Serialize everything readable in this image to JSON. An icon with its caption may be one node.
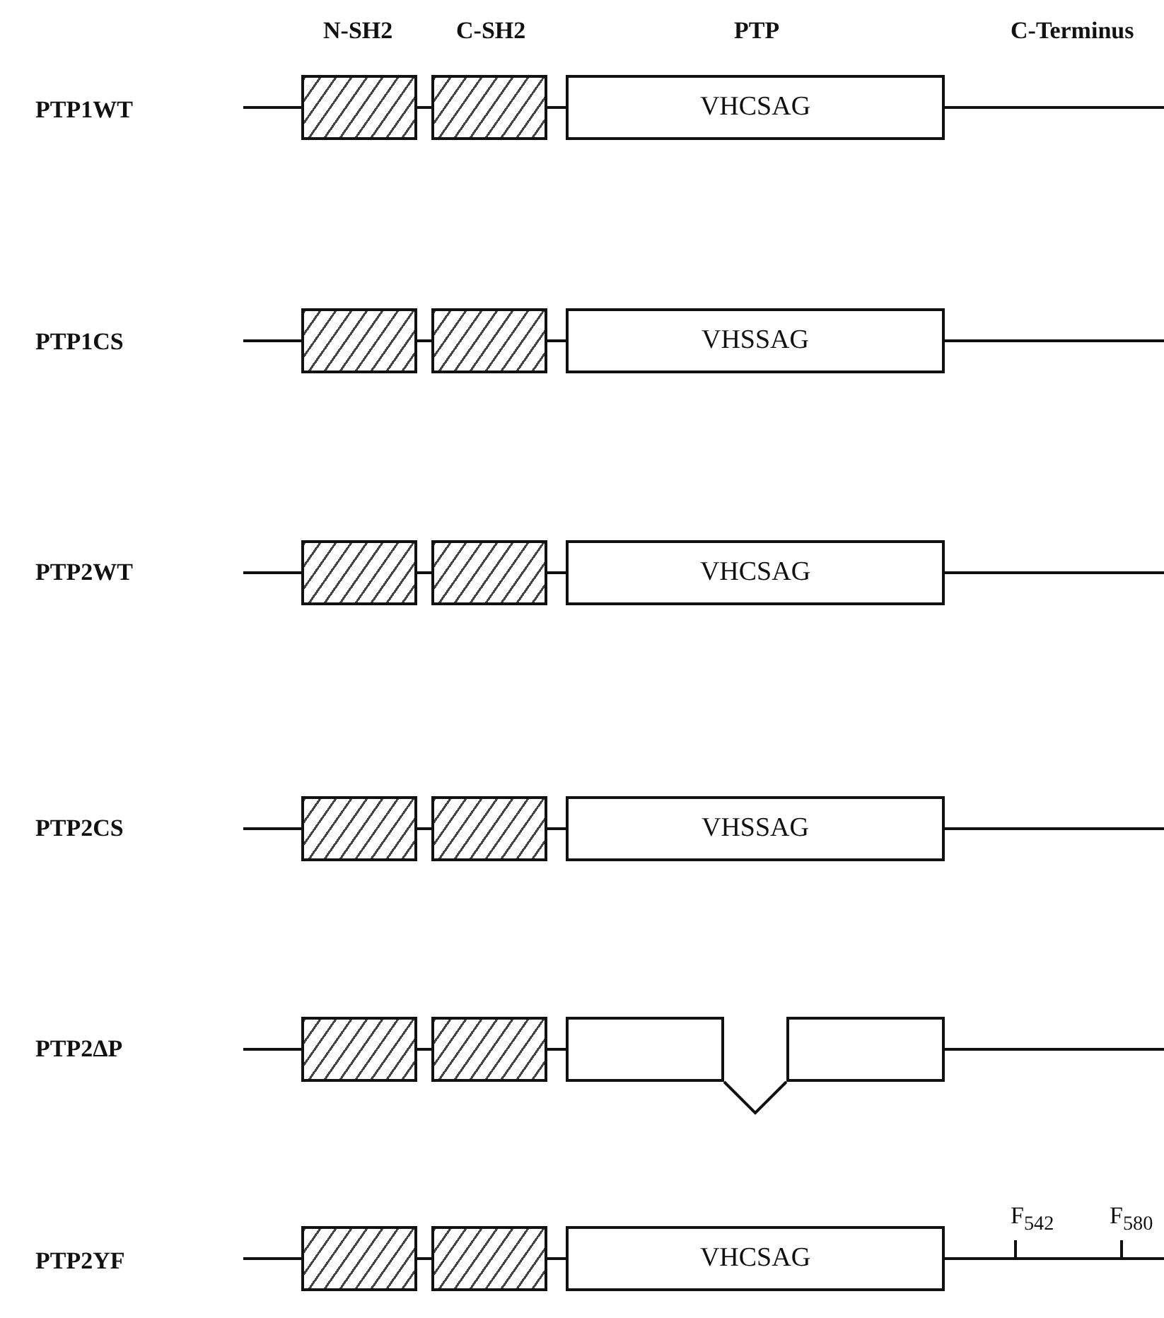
{
  "diagram": {
    "nodes": [
      {
        "text": [],
        "shape": "box"
      },
      {
        "text": [],
        "shape": "box"
      },
      {
        "text": [
          "VHCSAG"
        ]
      },
      {
        "text": [],
        "shape": "box"
      },
      {
        "text": [],
        "shape": "box"
      },
      {
        "text": [
          "VHSSAG"
        ]
      },
      {
        "text": [],
        "shape": "box"
      },
      {
        "text": [],
        "shape": "box"
      },
      {
        "text": [
          "VHCSAG"
        ]
      },
      {
        "text": [],
        "shape": "box"
      },
      {
        "text": [],
        "shape": "box"
      },
      {
        "text": [
          "VHSSAG"
        ]
      },
      {
        "text": [],
        "shape": "box"
      },
      {
        "text": [],
        "shape": "box"
      },
      {
        "text": [],
        "shape": "box"
      },
      {
        "text": [],
        "shape": "box"
      },
      {
        "text": [],
        "shape": "box"
      },
      {
        "text": [],
        "shape": "box"
      },
      {
        "text": [
          "VHCSAG"
        ]
      }
    ],
    "edges": [
      {
        "from": null,
        "to": 0,
        "arrow": "none"
      },
      {
        "from": 0,
        "to": 1,
        "arrow": "none"
      },
      {
        "from": 1,
        "to": 2,
        "arrow": "none"
      },
      {
        "from": 2,
        "to": null,
        "arrow": "none"
      },
      {
        "from": null,
        "to": 3,
        "arrow": "none"
      },
      {
        "from": 3,
        "to": 4,
        "arrow": "none"
      },
      {
        "from": 4,
        "to": 5,
        "arrow": "none"
      },
      {
        "from": 5,
        "to": null,
        "arrow": "none"
      },
      {
        "from": null,
        "to": 6,
        "arrow": "none"
      },
      {
        "from": 6,
        "to": 7,
        "arrow": "none"
      },
      {
        "from": 7,
        "to": 8,
        "arrow": "none"
      },
      {
        "from": 8,
        "to": null,
        "arrow": "none"
      },
      {
        "from": null,
        "to": 9,
        "arrow": "none"
      },
      {
        "from": 9,
        "to": 10,
        "arrow": "none"
      },
      {
        "from": 10,
        "to": 11,
        "arrow": "none"
      },
      {
        "from": 11,
        "to": null,
        "arrow": "none"
      },
      {
        "from": null,
        "to": 12,
        "arrow": "none"
      },
      {
        "from": 12,
        "to": 13,
        "arrow": "none"
      },
      {
        "from": 13,
        "to": 14,
        "arrow": "none"
      },
      {
        "from": 14,
        "to": 15,
        "arrow": "none"
      },
      {
        "from": 15,
        "to": null,
        "arrow": "none"
      },
      {
        "from": null,
        "to": 16,
        "arrow": "none"
      },
      {
        "from": 16,
        "to": 17,
        "arrow": "none"
      },
      {
        "from": 17,
        "to": 18,
        "arrow": "none"
      },
      {
        "from": 18,
        "to": null,
        "arrow": "none"
      }
    ],
    "labels": [
      "N-SH2",
      "C-SH2",
      "PTP",
      "C-Terminus",
      "PTP1WT",
      "PTP1CS",
      "PTP2WT",
      "PTP2CS",
      "PTP2ΔP",
      "F$_{542}$",
      "F$_{580}$",
      "PTP2YF"
    ]
  }
}
